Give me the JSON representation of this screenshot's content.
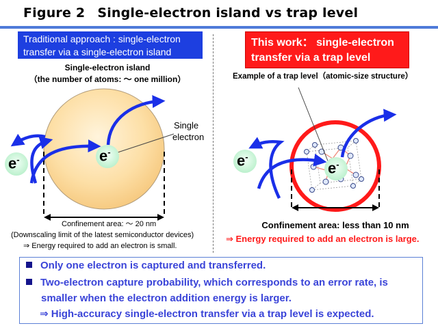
{
  "title": {
    "figure_label": "Figure 2",
    "text": "Single-electron island vs trap level"
  },
  "left": {
    "header_line1": "Traditional approach : single-electron",
    "header_line2": "transfer via a single-electron island",
    "island_label": "Single-electron island",
    "atoms_label": "（the number of atoms: ～ one million）",
    "single_line1": "Single",
    "single_line2": "electron",
    "electron_symbol": "e",
    "electron_sup": "-",
    "confinement": "Confinement area: ～ 20 nm",
    "downscaling": "(Downscaling limit of the latest semiconductor devices)",
    "energy": "⇒ Energy required to add an electron is small."
  },
  "right": {
    "header_line1": "This work： single-electron",
    "header_line2": "transfer via a trap level",
    "example_label": "Example of a trap level（atomic-size structure）",
    "electron_symbol": "e",
    "electron_sup": "-",
    "confinement": "Confinement area: less than 10 nm",
    "energy": "⇒ Energy required to add an electron is large."
  },
  "bottom": {
    "line1": "Only one electron is captured and transferred.",
    "line2": "Two-electron capture probability, which corresponds to an error rate, is",
    "line3": "smaller when the electron addition energy is larger.",
    "line4": "⇒ High-accuracy single-electron transfer via a trap level is expected."
  },
  "colors": {
    "accent_blue": "#1d3fe0",
    "accent_red": "#ff1a1a",
    "island_fill": "#fbd999",
    "electron_fill": "#c8f5d8",
    "bullet_text": "#3a44d8"
  }
}
